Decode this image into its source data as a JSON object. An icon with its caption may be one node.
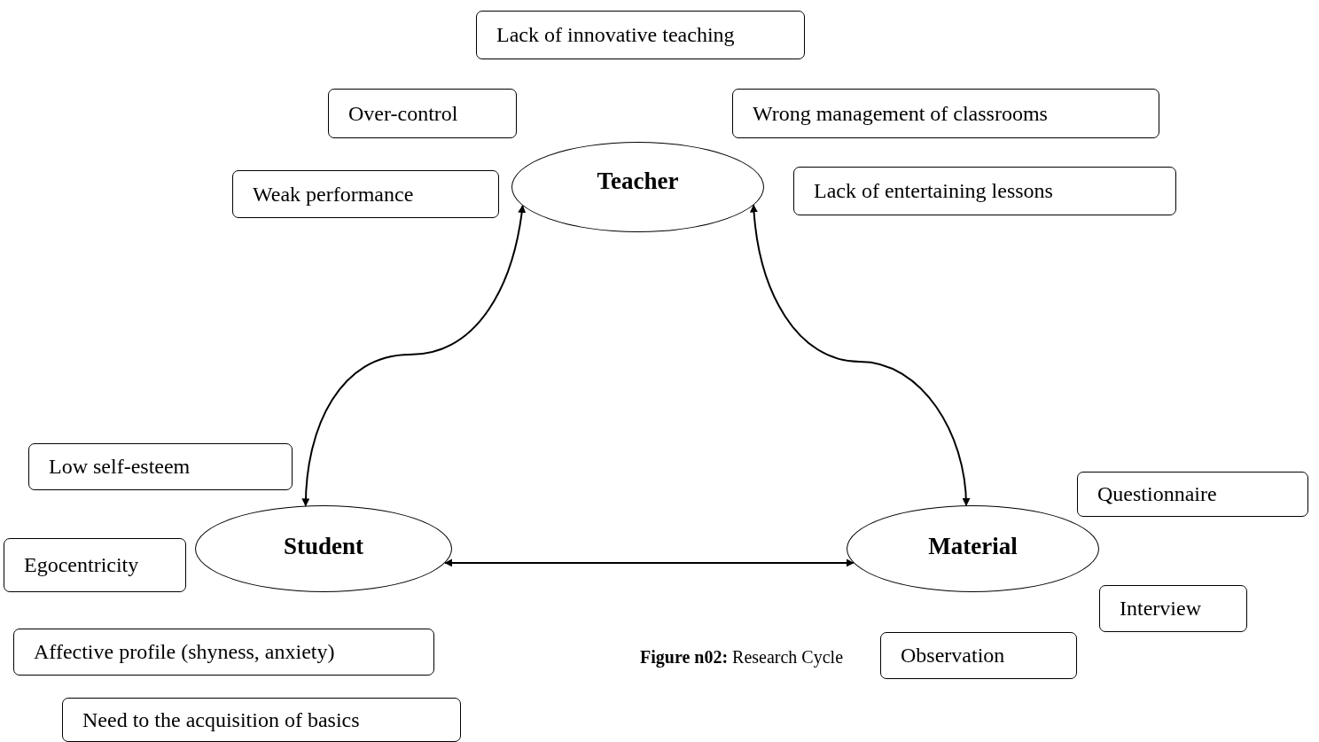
{
  "diagram": {
    "caption": "**Figure n02:** Research Cycle",
    "nodes": [
      {
        "text": [
          "Teacher"
        ]
      },
      {
        "text": [
          "Student"
        ]
      },
      {
        "text": [
          "Material"
        ]
      },
      {
        "text": [
          "Lack of innovative teaching"
        ]
      },
      {
        "text": [
          "Over-control"
        ]
      },
      {
        "text": [
          "Wrong management of classrooms"
        ]
      },
      {
        "text": [
          "Weak performance"
        ]
      },
      {
        "text": [
          "Lack of entertaining lessons"
        ]
      },
      {
        "text": [
          "Low self-esteem"
        ]
      },
      {
        "text": [
          "Questionnaire"
        ]
      },
      {
        "text": [
          "Egocentricity"
        ]
      },
      {
        "text": [
          "Interview"
        ]
      },
      {
        "text": [
          "Affective profile (shyness, anxiety)"
        ]
      },
      {
        "text": [
          "Observation"
        ]
      },
      {
        "text": [
          "Need to the acquisition of basics"
        ]
      }
    ],
    "edges": [
      {
        "from": 0,
        "to": 1,
        "arrow": "both"
      },
      {
        "from": 0,
        "to": 2,
        "arrow": "both"
      },
      {
        "from": 1,
        "to": 2,
        "arrow": "both"
      }
    ]
  }
}
